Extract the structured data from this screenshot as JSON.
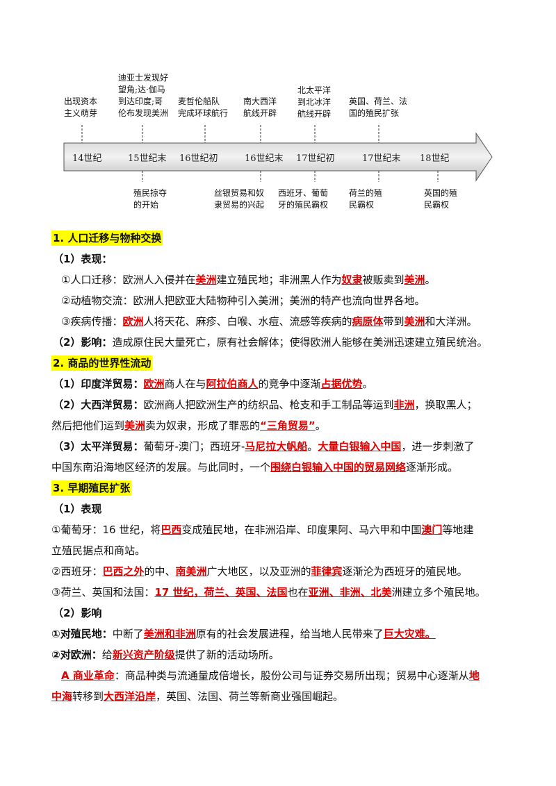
{
  "timeline": {
    "eras": [
      "14世纪",
      "15世纪末",
      "16世纪初",
      "16世纪末",
      "17世纪初",
      "17世纪末",
      "18世纪"
    ],
    "top_events": [
      "出现资本\n主义萌芽",
      "迪亚士发现好\n望角;达·伽马\n到达印度;哥\n伦布发现美洲",
      "麦哲伦船队\n完成环球航行",
      "南大西洋\n航线开辟",
      "北太平洋\n到北冰洋\n航线开辟",
      "英国、荷兰、法\n国的殖民扩张"
    ],
    "bottom_events": [
      "殖民掠夺\n的开始",
      "丝银贸易和奴\n隶贸易的兴起",
      "西班牙、葡萄\n牙的殖民霸权",
      "荷兰的殖\n民霸权",
      "英国的殖\n民霸权"
    ]
  },
  "s1": {
    "title": "1. 人口迁移与物种交换",
    "p1_head": "（1）表现：",
    "l1": [
      "①人口迁移：欧洲人入侵并在",
      "美洲",
      "建立殖民地；非洲黑人作为",
      "奴隶",
      "被贩卖到",
      "美洲",
      "。"
    ],
    "l2": "②动植物交流：欧洲人把欧亚大陆物种引入美洲；美洲的特产也流向世界各地。",
    "l3": [
      "③疾病传播：",
      "欧洲",
      "人将天花、麻疹、白喉、水痘、流感等疾病的",
      "病原体",
      "带到",
      "美洲",
      "和大洋洲。"
    ],
    "l4": [
      "（2）影响：",
      "造成原住民大量死亡，原有社会解体；使得欧洲人能够在美洲迅速建立殖民统治。"
    ]
  },
  "s2": {
    "title": "2. 商品的世界性流动",
    "l1": [
      "（1）印度洋贸易：",
      "欧洲",
      "商人在与",
      "阿拉伯商人",
      "的竞争中逐渐",
      "占据优势",
      "。"
    ],
    "l2": [
      "（2）大西洋贸易：",
      "欧洲商人把欧洲生产的纺织品、枪支和手工制品等运到",
      "非洲",
      "，换取黑人；"
    ],
    "l3": [
      "然后把他们运到",
      "美洲",
      "卖为奴隶，形成了罪恶的",
      "“三角贸易”",
      "。"
    ],
    "l4": [
      "（3）太平洋贸易：",
      "葡萄牙-澳门；西班牙-",
      "马尼拉大帆船",
      "。",
      "大量白银输入中国",
      "，进一步刺激了"
    ],
    "l5": [
      "中国东南沿海地区经济的发展。与此同时，一个",
      "围绕白银输入中国的贸易网络",
      "逐渐形成。"
    ]
  },
  "s3": {
    "title": "3. 早期殖民扩张",
    "p1_head": "（1）表现",
    "l1": [
      "①葡萄牙：16 世纪，将",
      "巴西",
      "变成殖民地，在非洲沿岸、印度果阿、马六甲和中国",
      "澳门",
      "等地建"
    ],
    "l2": "立殖民据点和商站。",
    "l3": [
      "②西班牙：",
      "巴西之外",
      "的中、",
      "南美洲",
      "广大地区，以及亚洲的",
      "菲律宾",
      "逐渐沦为西班牙的殖民地。"
    ],
    "l4": [
      "③荷兰、英国和法国：",
      "17 世纪，荷兰、英国、法国",
      "也在",
      "亚洲、非洲、北美",
      "洲建立多个殖民地。"
    ],
    "p2_head": "（2）影响",
    "l5": [
      "①对殖民地：",
      "中断了",
      "美洲和非洲",
      "原有的社会发展进程，给当地人民带来了",
      "巨大灾难。"
    ],
    "l6": [
      "②对欧洲：",
      "给",
      "新兴资产阶级",
      "提供了新的活动场所。"
    ],
    "l7": [
      "A 商业革命",
      "：商品种类与流通量成倍增长，股份公司与证券交易所出现；贸易中心逐渐从",
      "地"
    ],
    "l8": [
      "中海",
      "转移到",
      "大西洋沿岸",
      "，英国、法国、荷兰等新商业强国崛起。"
    ]
  },
  "colors": {
    "highlight": "#ffff00",
    "keyword": "#e00000"
  }
}
